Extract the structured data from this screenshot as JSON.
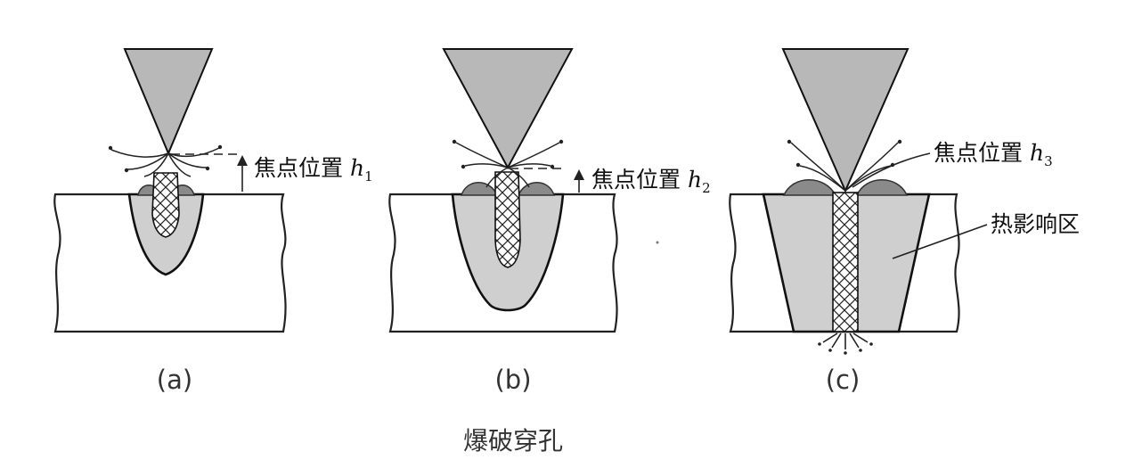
{
  "diagram": {
    "title": "爆破穿孔",
    "panels": [
      {
        "id": "a",
        "label": "(a)",
        "focus_text": "焦点位置",
        "focus_symbol": "h",
        "focus_subscript": "1"
      },
      {
        "id": "b",
        "label": "(b)",
        "focus_text": "焦点位置",
        "focus_symbol": "h",
        "focus_subscript": "2"
      },
      {
        "id": "c",
        "label": "(c)",
        "focus_text": "焦点位置",
        "focus_symbol": "h",
        "focus_subscript": "3",
        "zone_label": "热影响区"
      }
    ],
    "colors": {
      "outline": "#111111",
      "heat_zone": "#cfcfcf",
      "beam": "#b8b8b8",
      "spatter": "#8a8a8a"
    }
  }
}
